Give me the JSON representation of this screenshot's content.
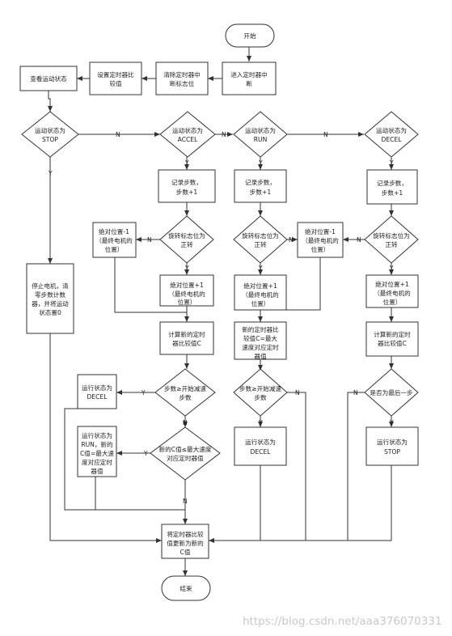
{
  "nodes": {
    "start": "开始",
    "enter_isr": "进入定时器中断",
    "clear_flag": "清除定时器中断标志位",
    "set_compare": "设置定时器比较值",
    "check_state": "查看运动状态",
    "is_stop": "运动状态为STOP",
    "is_accel": "运动状态为ACCEL",
    "is_run": "运动状态为RUN",
    "is_decel": "运动状态为DECEL",
    "stop_motor": "停止电机，清零步数计数器，并将运动状态置0",
    "accel_record": "记录步数，步数+1",
    "accel_dir": "旋转标志位为正转",
    "accel_pos_minus": "绝对位置-1（最终电机的位置）",
    "accel_pos_plus": "绝对位置+1（最终电机的位置）",
    "accel_calc": "计算新的定时器比较值C",
    "accel_decel_check": "步数≥开始减速步数",
    "accel_to_decel": "运行状态为DECEL",
    "accel_maxspeed_check": "新的C值≤最大速度对应定时器值",
    "accel_to_run": "运行状态为RUN，新的C值=最大速度对应定时器值",
    "run_record": "记录步数，步数+1",
    "run_dir": "旋转标志位为正转",
    "run_pos_minus": "绝对位置-1（最终电机的位置）",
    "run_pos_plus": "绝对位置+1（最终电机的位置）",
    "run_new_c": "新的定时器比较值C=最大速度对应定时器值",
    "run_decel_check": "步数≥开始减速步数",
    "run_to_decel": "运行状态为DECEL",
    "decel_record": "记录步数，步数+1",
    "decel_dir": "旋转标志位为正转",
    "decel_pos_plus": "绝对位置+1（最终电机的位置）",
    "decel_calc": "计算新的定时器比较值C",
    "decel_last_check": "是否为最后一步",
    "decel_to_stop": "运行状态为STOP",
    "update_compare": "将定时器比较值更新为新的C值",
    "end": "结束"
  },
  "edge_labels": {
    "yes": "Y",
    "no": "N"
  },
  "watermark": "https://blog.csdn.net/aaa376070331"
}
